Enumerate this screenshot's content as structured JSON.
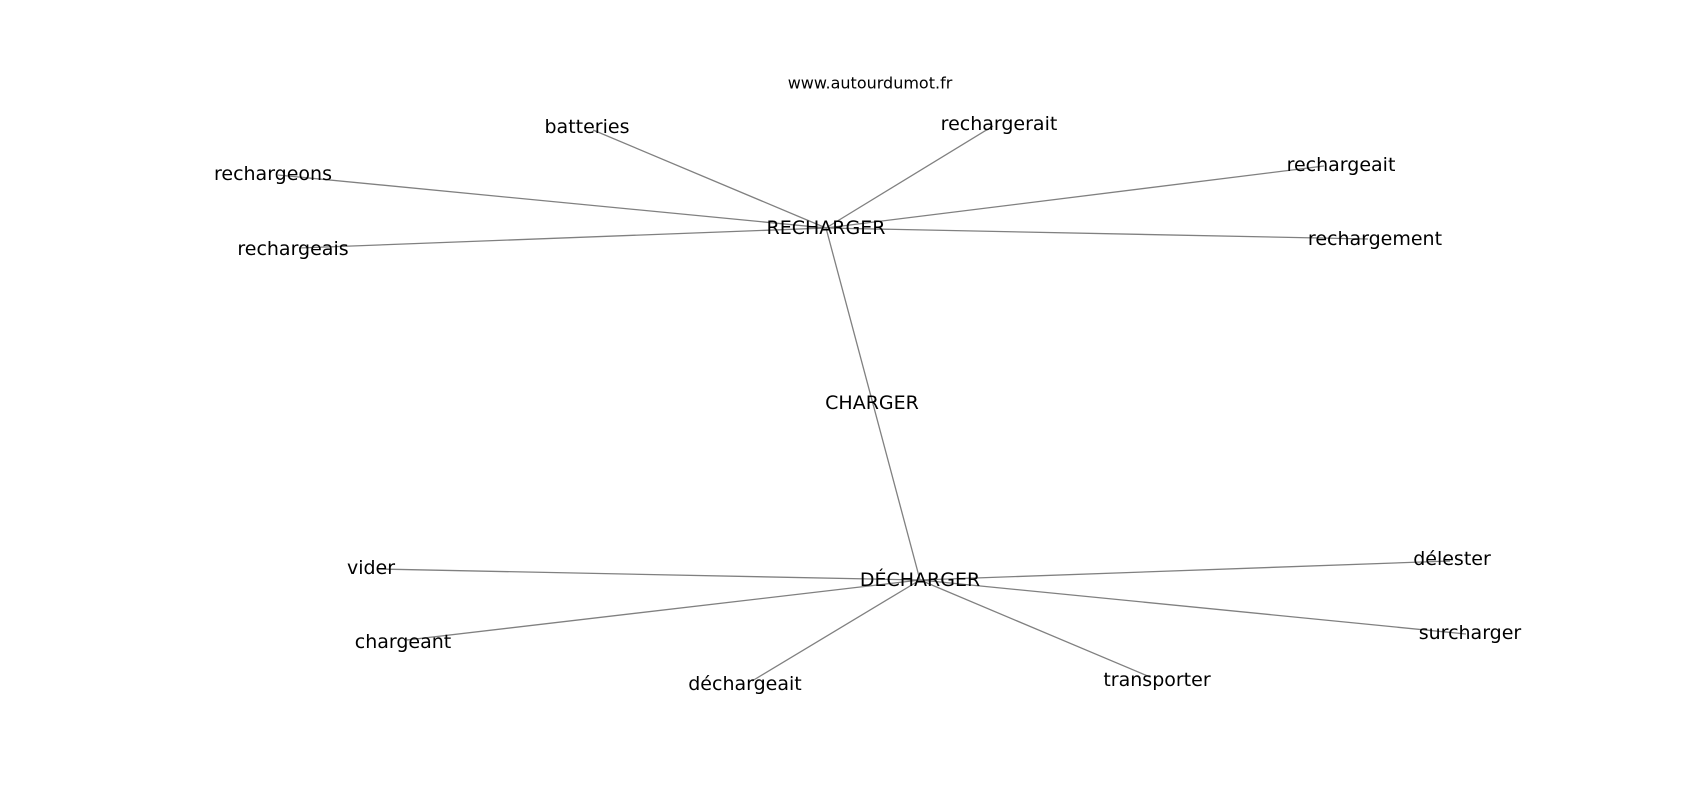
{
  "watermark": "www.autourdumot.fr",
  "graph": {
    "nodes": [
      {
        "id": "charger",
        "label": "CHARGER"
      },
      {
        "id": "recharger",
        "label": "RECHARGER"
      },
      {
        "id": "decharger",
        "label": "DÉCHARGER"
      },
      {
        "id": "batteries",
        "label": "batteries"
      },
      {
        "id": "rechargerait",
        "label": "rechargerait"
      },
      {
        "id": "rechargeons",
        "label": "rechargeons"
      },
      {
        "id": "rechargeais",
        "label": "rechargeais"
      },
      {
        "id": "rechargeait",
        "label": "rechargeait"
      },
      {
        "id": "rechargement",
        "label": "rechargement"
      },
      {
        "id": "vider",
        "label": "vider"
      },
      {
        "id": "chargeant",
        "label": "chargeant"
      },
      {
        "id": "dechargeait",
        "label": "déchargeait"
      },
      {
        "id": "transporter",
        "label": "transporter"
      },
      {
        "id": "delester",
        "label": "délester"
      },
      {
        "id": "surcharger",
        "label": "surcharger"
      }
    ],
    "edges": [
      [
        "recharger",
        "decharger"
      ],
      [
        "recharger",
        "batteries"
      ],
      [
        "recharger",
        "rechargerait"
      ],
      [
        "recharger",
        "rechargeons"
      ],
      [
        "recharger",
        "rechargeais"
      ],
      [
        "recharger",
        "rechargeait"
      ],
      [
        "recharger",
        "rechargement"
      ],
      [
        "decharger",
        "vider"
      ],
      [
        "decharger",
        "chargeant"
      ],
      [
        "decharger",
        "dechargeait"
      ],
      [
        "decharger",
        "transporter"
      ],
      [
        "decharger",
        "delester"
      ],
      [
        "decharger",
        "surcharger"
      ]
    ]
  }
}
